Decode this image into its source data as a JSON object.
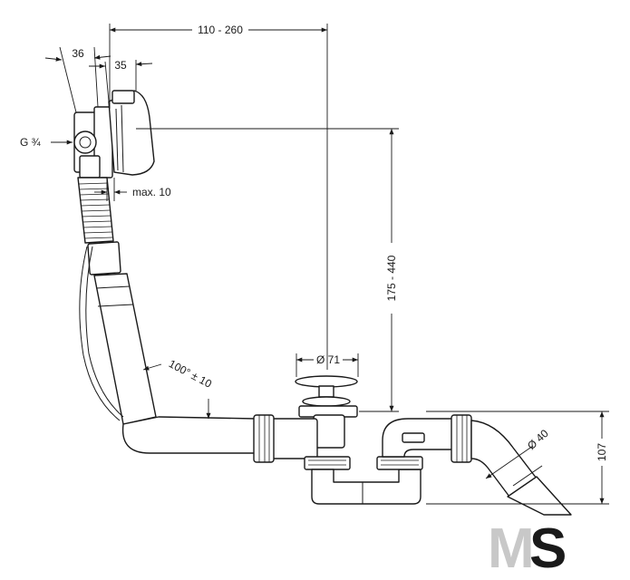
{
  "dimensions": {
    "width_36": "36",
    "width_35": "35",
    "offset_range": "110 - 260",
    "thread": "G ¾",
    "max_wall": "max. 10",
    "height_range": "175 - 440",
    "plug_diameter": "Ø 71",
    "bend_angle": "100° ± 10",
    "outlet_diameter": "Ø 40",
    "trap_height": "107"
  },
  "logo": {
    "letter_m": "M",
    "letter_s": "S"
  }
}
